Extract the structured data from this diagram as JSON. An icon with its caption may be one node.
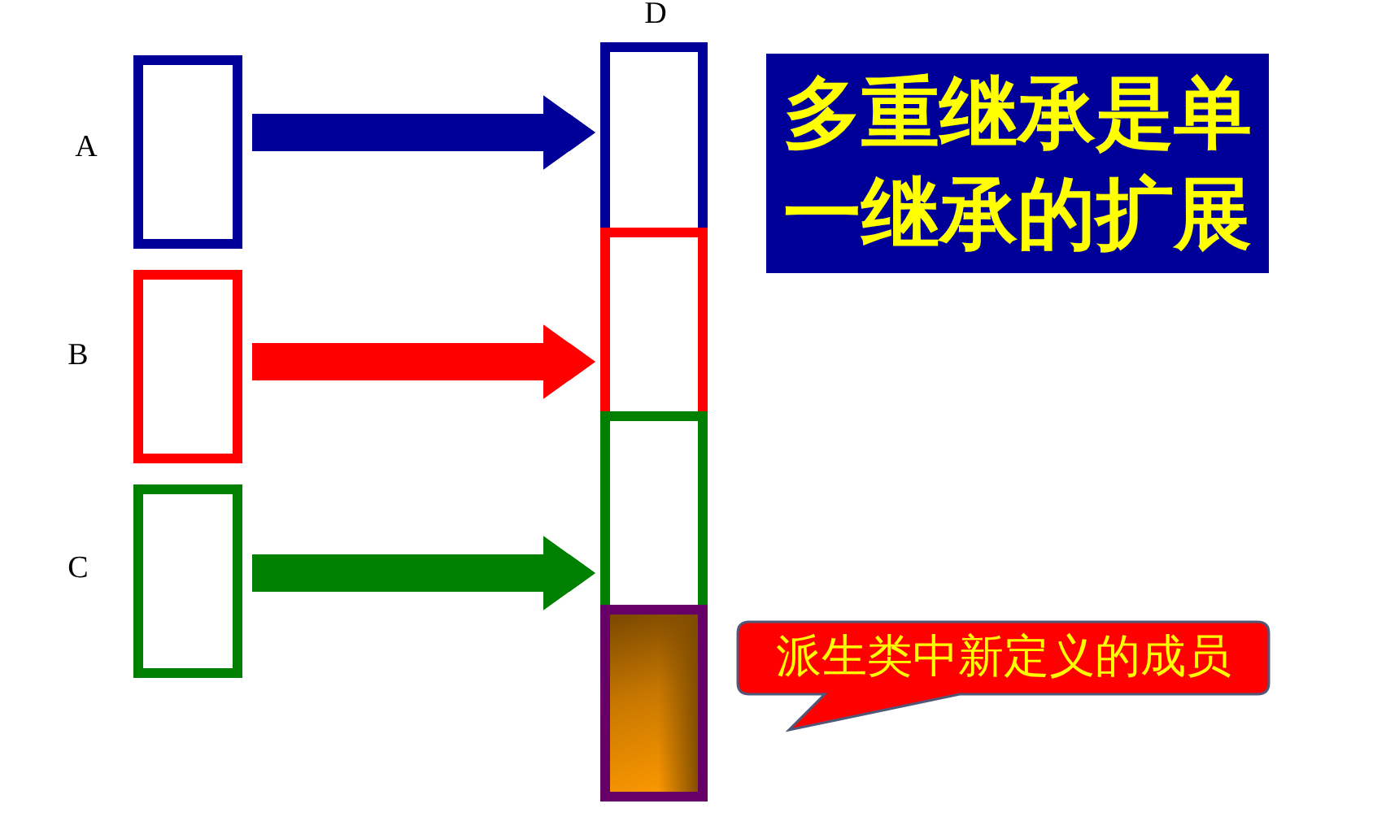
{
  "diagram": {
    "nodes": [
      {
        "text": [],
        "shape": "box",
        "beside": [
          "A"
        ]
      },
      {
        "text": [],
        "shape": "box",
        "beside": [
          "B"
        ]
      },
      {
        "text": [],
        "shape": "box",
        "beside": [
          "C"
        ]
      },
      {
        "text": [],
        "shape": "box",
        "beside": [
          "D"
        ]
      },
      {
        "text": [],
        "shape": "box"
      },
      {
        "text": [],
        "shape": "box"
      },
      {
        "text": [],
        "shape": "box"
      },
      {
        "text": [
          "多重继承是单一继承的扩展"
        ]
      },
      {
        "text": [
          "派生类中新定义的成员"
        ]
      }
    ],
    "edges": [
      {
        "from": 0,
        "to": 3,
        "arrow": "to",
        "color": "#000099"
      },
      {
        "from": 1,
        "to": 4,
        "arrow": "to",
        "color": "#ff0000"
      },
      {
        "from": 2,
        "to": 5,
        "arrow": "to",
        "color": "#008000"
      }
    ]
  }
}
